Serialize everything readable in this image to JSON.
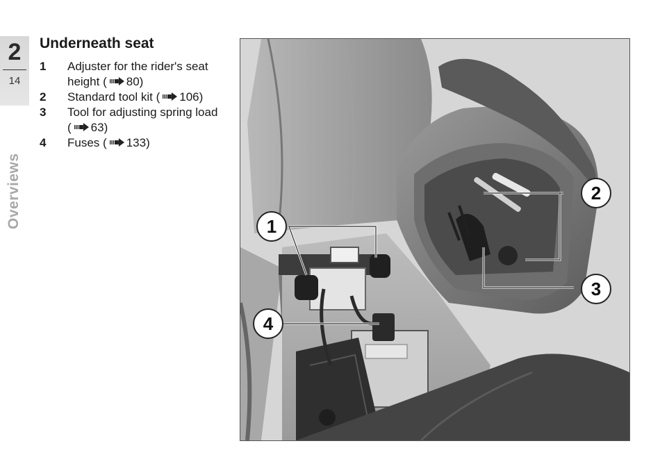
{
  "chapter": {
    "number": "2",
    "page": "14",
    "section": "Overviews"
  },
  "title": "Underneath seat",
  "legend": [
    {
      "num": "1",
      "text": "Adjuster for the rider's seat height",
      "ref": "80"
    },
    {
      "num": "2",
      "text": "Standard tool kit",
      "ref": "106"
    },
    {
      "num": "3",
      "text": "Tool for adjusting spring load",
      "ref": "63"
    },
    {
      "num": "4",
      "text": "Fuses",
      "ref": "133"
    }
  ],
  "figure": {
    "callouts": [
      "1",
      "2",
      "3",
      "4"
    ],
    "colors": {
      "background": "#d9d9d9",
      "dark": "#3a3a3a",
      "mid": "#8c8c8c",
      "light": "#c8c8c8"
    }
  }
}
